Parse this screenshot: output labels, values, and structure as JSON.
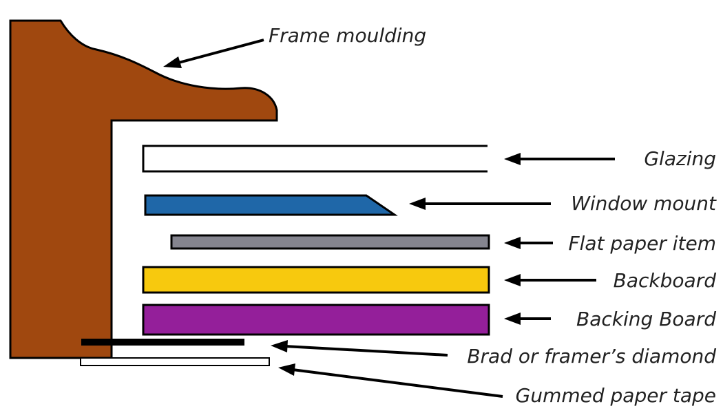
{
  "labels": {
    "frame_moulding": "Frame moulding",
    "glazing": "Glazing",
    "window_mount": "Window mount",
    "flat_paper_item": "Flat paper item",
    "backboard": "Backboard",
    "backing_board": "Backing Board",
    "brad": "Brad or framer’s diamond",
    "gummed_tape": "Gummed paper tape"
  },
  "colors": {
    "frame_moulding": "#a0480f",
    "glazing": "#ffffff",
    "window_mount": "#1f67a8",
    "flat_paper_item": "#85858f",
    "backboard": "#f7c90e",
    "backing_board": "#941f9a",
    "brad": "#000000",
    "gummed_tape": "#ffffff",
    "outline": "#000000",
    "arrow": "#000000"
  }
}
